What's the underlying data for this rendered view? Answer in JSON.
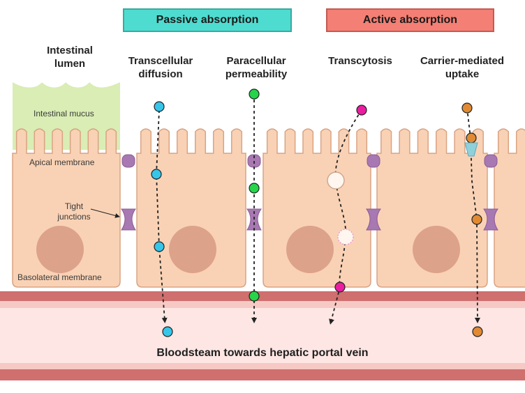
{
  "banners": {
    "passive": "Passive absorption",
    "active": "Active absorption"
  },
  "headers": {
    "lumen": "Intestinal\nlumen",
    "transcellular": "Transcellular\ndiffusion",
    "paracellular": "Paracellular\npermeability",
    "transcytosis": "Transcytosis",
    "carrier": "Carrier-mediated\nuptake"
  },
  "labels": {
    "mucus": "Intestinal mucus",
    "apical": "Apical membrane",
    "tight": "Tight\njunctions",
    "basolateral": "Basolateral membrane",
    "blood": "Bloodsteam towards hepatic portal vein"
  },
  "colors": {
    "cell_fill": "#f9d2b5",
    "cell_stroke": "#d9a383",
    "nucleus": "#dda28a",
    "mucus": "#d9edb4",
    "junction": "#a878b2",
    "blood_band": "#cf6f6e",
    "blood_light": "#f6c9c4",
    "blood_bg": "#fde6e3",
    "cyan": "#35c6ea",
    "green": "#26d54a",
    "magenta": "#eb1da0",
    "orange": "#e08a33",
    "channel": "#8fd0db"
  }
}
